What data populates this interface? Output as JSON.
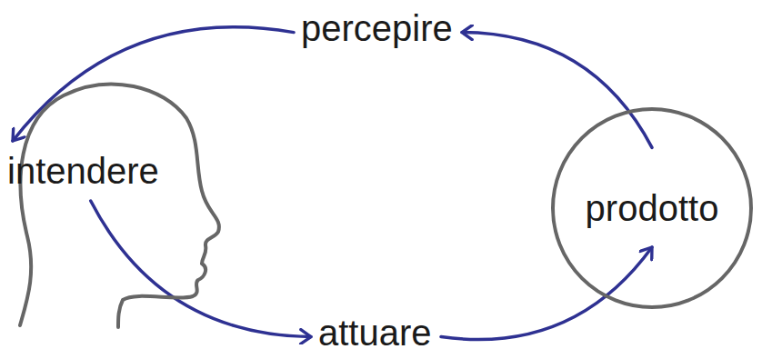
{
  "diagram": {
    "nodes": [
      {
        "text": [
          "percepire"
        ]
      },
      {
        "text": [
          "intendere"
        ]
      },
      {
        "text": [
          "prodotto"
        ]
      },
      {
        "text": [
          "attuare"
        ]
      }
    ],
    "edges": [
      {
        "from": 2,
        "to": 0,
        "arrow": "to"
      },
      {
        "from": 0,
        "to": 1,
        "arrow": "to"
      },
      {
        "from": 1,
        "to": 3,
        "arrow": "to"
      },
      {
        "from": 3,
        "to": 2,
        "arrow": "to"
      }
    ]
  }
}
